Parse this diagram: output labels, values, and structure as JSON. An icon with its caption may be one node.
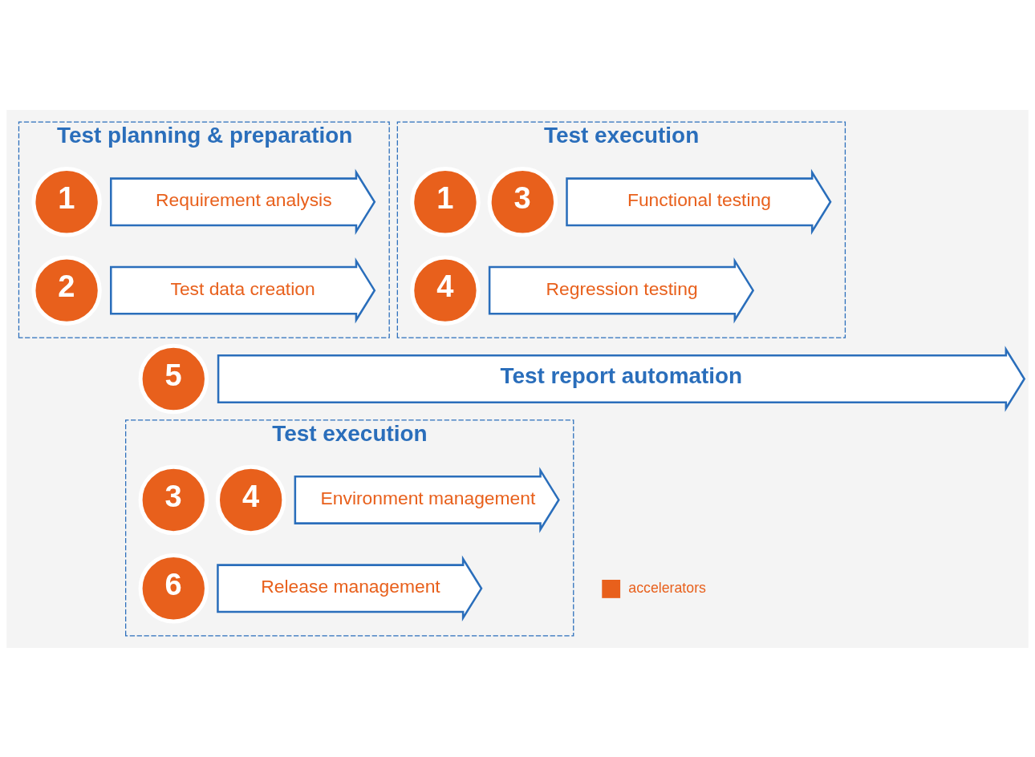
{
  "diagram": {
    "nodes": [
      {
        "text": [
          "Test planning & preparation"
        ]
      },
      {
        "text": [
          "1"
        ],
        "in": 0
      },
      {
        "text": [
          "Requirement analysis"
        ],
        "in": 0
      },
      {
        "text": [
          "2"
        ],
        "in": 0
      },
      {
        "text": [
          "Test data creation"
        ],
        "in": 0
      },
      {
        "text": [
          "Test execution"
        ]
      },
      {
        "text": [
          "1"
        ],
        "in": 5
      },
      {
        "text": [
          "3"
        ],
        "in": 5
      },
      {
        "text": [
          "Functional testing"
        ],
        "in": 5
      },
      {
        "text": [
          "4"
        ],
        "in": 5
      },
      {
        "text": [
          "Regression testing"
        ],
        "in": 5
      },
      {
        "text": [
          "5"
        ]
      },
      {
        "text": [
          "Test report automation"
        ]
      },
      {
        "text": [
          "Test execution"
        ]
      },
      {
        "text": [
          "3"
        ],
        "in": 13
      },
      {
        "text": [
          "4"
        ],
        "in": 13
      },
      {
        "text": [
          "Environment management"
        ],
        "in": 13
      },
      {
        "text": [
          "6"
        ],
        "in": 13
      },
      {
        "text": [
          "Release management"
        ],
        "in": 13
      }
    ],
    "edges": [],
    "legend": [
      {
        "text": "accelerators",
        "color": "#e8601c"
      }
    ]
  }
}
